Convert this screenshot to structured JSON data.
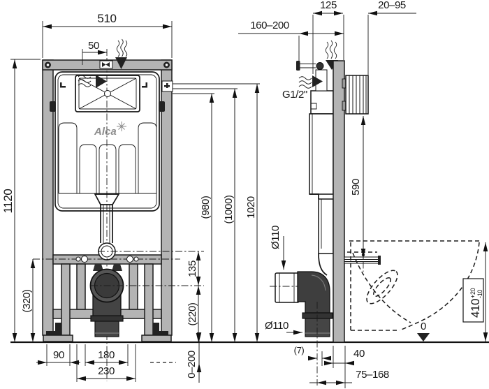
{
  "drawing": {
    "brand": "Alca",
    "front_view": {
      "dims": {
        "frame_width": "510",
        "inlet_offset": "50",
        "frame_height": "1120",
        "crossbar_height": "(320)",
        "flushbend_to_drain": "135",
        "drain_axis_height": "(220)",
        "height_980": "(980)",
        "height_1000": "(1000)",
        "height_1020": "1020",
        "foot_offset": "90",
        "stud_spacing": "180",
        "bolt_spacing": "230",
        "floor_adjust_range": "0–200"
      }
    },
    "side_view": {
      "dims": {
        "water_connection_depth": "160–200",
        "cistern_depth": "125",
        "wall_bracket_range": "20–95",
        "water_thread": "G1/2\"",
        "bracket_to_pan": "590",
        "drain_diameter_inlet": "Ø110",
        "drain_diameter_outlet": "Ø110",
        "outlet_offset": "(7)",
        "rail_depth": "40",
        "outlet_depth_range": "75–168",
        "floor_datum": "0",
        "pan_height": "410",
        "pan_height_tol_plus": "+20",
        "pan_height_tol_minus": "-10"
      }
    },
    "colors": {
      "frame_gray": "#b4b4b4",
      "pipe_dark": "#3e3e3e",
      "line": "#1c1c1c",
      "background": "#ffffff"
    }
  }
}
